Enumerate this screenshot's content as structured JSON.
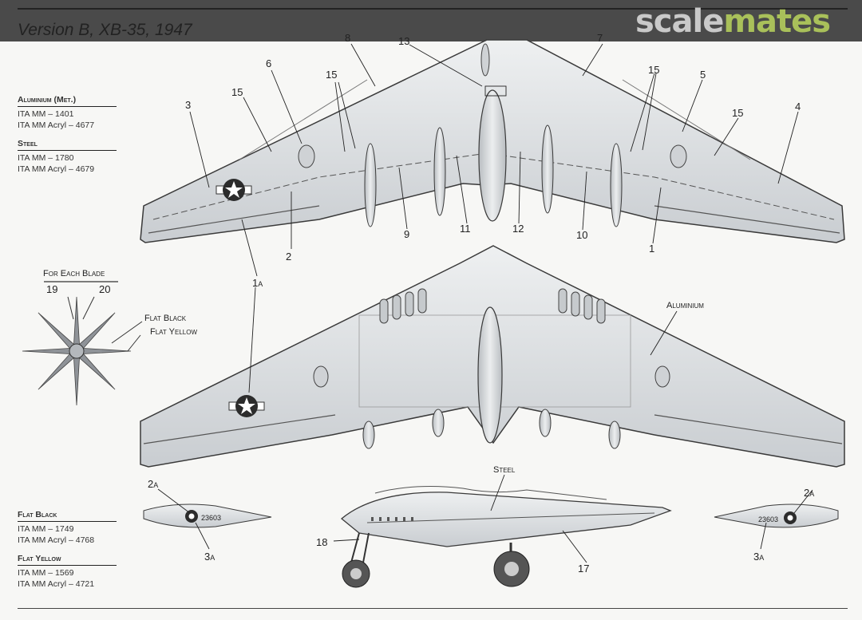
{
  "header": {
    "title": "Version B, XB-35, 1947",
    "brand_part1": "scale",
    "brand_part2": "mates"
  },
  "legend": {
    "top": [
      {
        "heading": "Aluminium (Met.)",
        "lines": [
          "ITA MM – 1401",
          "ITA MM Acryl – 4677"
        ]
      },
      {
        "heading": "Steel",
        "lines": [
          "ITA MM – 1780",
          "ITA MM Acryl – 4679"
        ]
      }
    ],
    "bottom": [
      {
        "heading": "Flat Black",
        "lines": [
          "ITA MM – 1749",
          "ITA MM Acryl – 4768"
        ]
      },
      {
        "heading": "Flat Yellow",
        "lines": [
          "ITA MM – 1569",
          "ITA MM Acryl – 4721"
        ]
      }
    ]
  },
  "propeller": {
    "heading": "For Each Blade",
    "left_num": "19",
    "right_num": "20",
    "color1": "Flat Black",
    "color2": "Flat Yellow"
  },
  "callouts": {
    "n1": "1",
    "n2": "2",
    "n3": "3",
    "n4": "4",
    "n5": "5",
    "n6": "6",
    "n7": "7",
    "n8": "8",
    "n9": "9",
    "n10": "10",
    "n11": "11",
    "n12": "12",
    "n13": "13",
    "n15a": "15",
    "n15b": "15",
    "n15c": "15",
    "n15d": "15",
    "n1a": "1",
    "n1a_sub": "A",
    "n2a_left": "2",
    "n2a_right": "2",
    "n2a_sub": "A",
    "n3a_left": "3",
    "n3a_right": "3",
    "n3a_sub": "A",
    "n17": "17",
    "n18": "18",
    "aluminium": "Aluminium",
    "steel": "Steel"
  },
  "serial": "23603",
  "colors": {
    "background": "#f7f7f5",
    "wing": "#d9dcdf",
    "outline": "#3a3a3a",
    "header_bar": "#4a4a4a",
    "brand_green": "#a9c05a"
  }
}
